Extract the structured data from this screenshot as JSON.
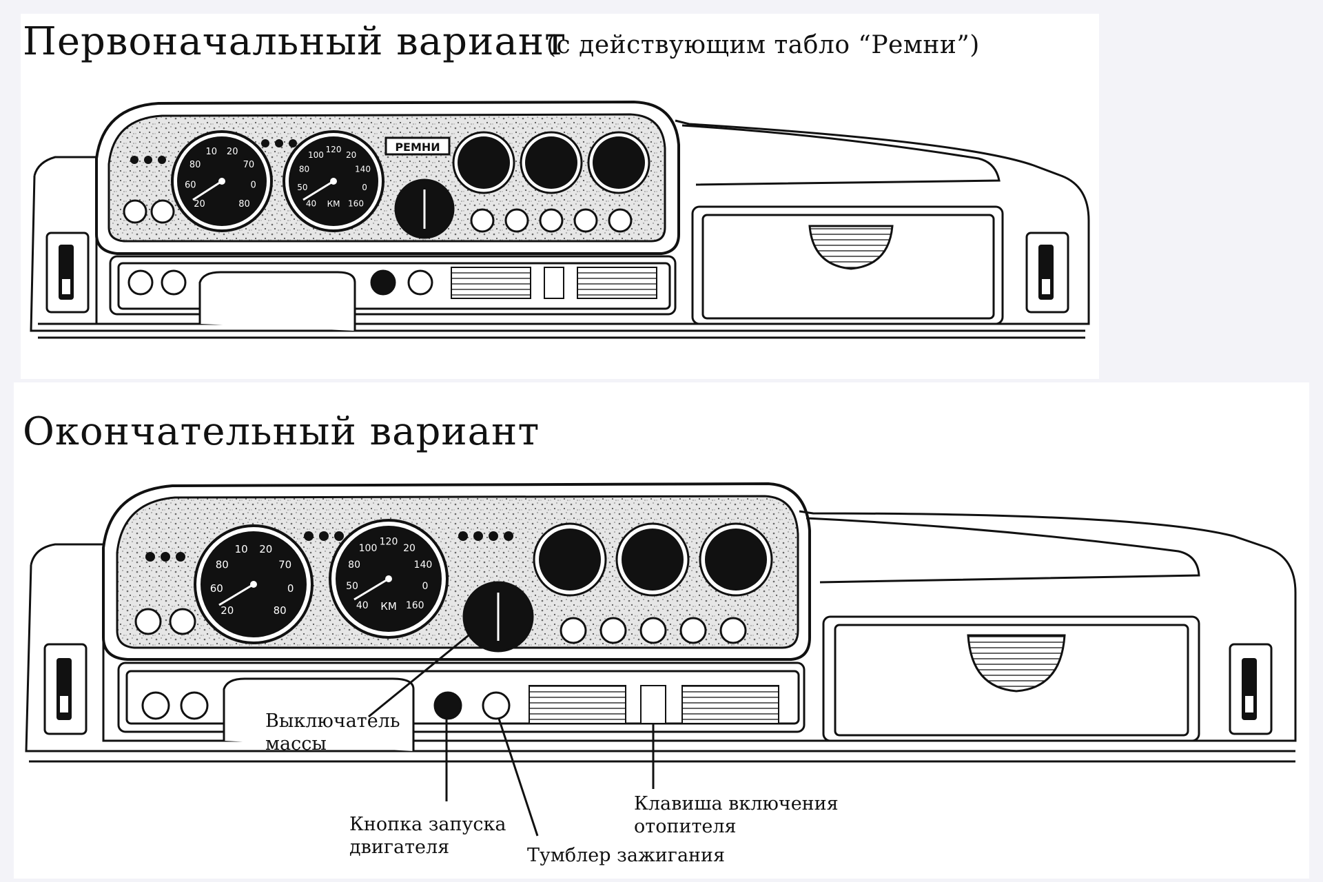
{
  "titles": {
    "initial": "Первоначальный вариант",
    "initial_note": "(с действующим табло “Ремни”)",
    "final": "Окончательный вариант"
  },
  "belt_sign_text": "РЕМНИ",
  "gauge_labels": {
    "tach_ticks": [
      "20",
      "60",
      "80",
      "10",
      "20",
      "70",
      "0",
      "80"
    ],
    "speedo_ticks": [
      "40",
      "50",
      "80",
      "100",
      "120",
      "20",
      "140",
      "0",
      "160"
    ],
    "speedo_unit": "КМ"
  },
  "callouts": {
    "mass_switch": [
      "Выключатель",
      "массы"
    ],
    "start_button": [
      "Кнопка запуска",
      "двигателя"
    ],
    "ignition_toggle": "Тумблер зажигания",
    "heater_key": [
      "Клавиша включения",
      "отопителя"
    ]
  },
  "colors": {
    "ink": "#111111",
    "panel": "#ffffff",
    "background": "#f3f3f8",
    "speckle": "#d9d9d9"
  }
}
